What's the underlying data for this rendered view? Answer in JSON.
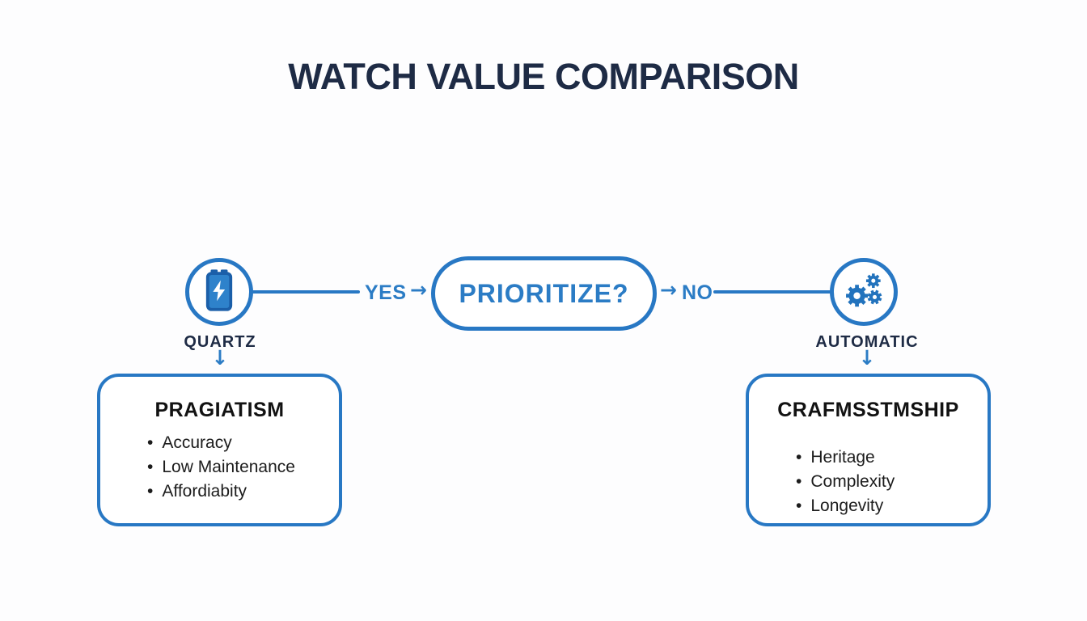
{
  "title": "WATCH VALUE COMPARISON",
  "colors": {
    "accent_blue": "#2878c4",
    "text_blue": "#2b7cc5",
    "navy": "#1e2b45",
    "icon_blue": "#2273bd",
    "icon_blue_dark": "#1b5fa9",
    "icon_blue_light": "#2e82cb",
    "text_dark": "#1c1c1c"
  },
  "flow": {
    "decision_label": "PRIORITIZE?",
    "yes_label": "YES",
    "no_label": "NO",
    "right_arrow": "→",
    "down_arrow": "↓"
  },
  "left_branch": {
    "icon": "battery-icon",
    "node_label": "QUARTZ",
    "box_title": "PRAGIATISM",
    "bullets": [
      "Accuracy",
      "Low Maintenance",
      "Affordiabity"
    ]
  },
  "right_branch": {
    "icon": "gears-icon",
    "node_label": "AUTOMATIC",
    "box_title": "CRAFMSSTMSHIP",
    "bullets": [
      "Heritage",
      "Complexity",
      "Longevity"
    ]
  }
}
